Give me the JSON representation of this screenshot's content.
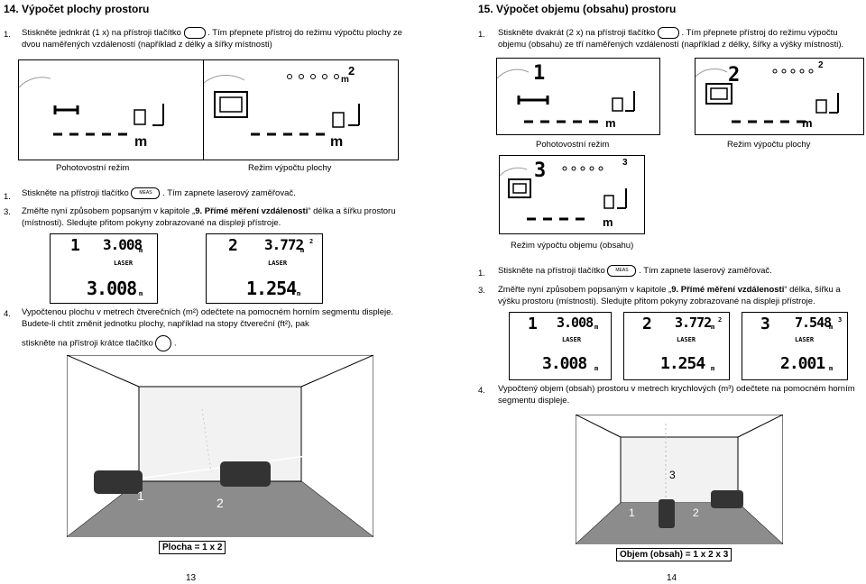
{
  "left": {
    "heading": "14. Výpočet plochy prostoru",
    "step1_num": "1.",
    "step1_a": "Stiskněte jednkrát (1 x) na přístroji tlačítko",
    "step1_b": ". Tím přepnete přístroj do režimu výpočtu plochy ze dvou naměřených vzdáleností (například z délky a šířky místnosti)",
    "caption_standby": "Pohotovostní režim",
    "caption_area": "Režim výpočtu plochy",
    "step2_num": "1.",
    "step2_a": "Stiskněte na přístroji tlačítko",
    "step2_key": "MEAS",
    "step2_b": ". Tím zapnete laserový zaměřovač.",
    "step3_num": "3.",
    "step3_a": "Změřte nyní způsobem popsaným v kapitole „",
    "step3_bold": "9. Přímé měření vzdálenosti",
    "step3_b": "“ délka a šířku prostoru (místnosti). Sledujte přitom pokyny zobrazované na displeji přístroje.",
    "lcd1": {
      "idx": "1",
      "val1": "3.008",
      "unit1": "m",
      "laser": "LASER",
      "val2": "3.008",
      "unit2": "m"
    },
    "lcd2": {
      "idx": "2",
      "val1": "3.772",
      "unit1": "m",
      "sup": "2",
      "laser": "LASER",
      "val2": "1.254",
      "unit2": "m"
    },
    "step4_num": "4.",
    "step4_text": "Vypočtenou plochu v metrech čtverečních (m²) odečtete na pomocném horním segmentu displeje. Budete-li chtít změnit jednotku plochy, například na stopy čtvereční (ft²), pak",
    "step4_b": "stiskněte na přístroji krátce tlačítko",
    "step4_c": ".",
    "room_marks": [
      "1",
      "2"
    ],
    "formula": "Plocha = 1 x 2",
    "page_number": "13",
    "panel_units": [
      "m",
      "m"
    ],
    "panel_sup": "2"
  },
  "right": {
    "heading": "15. Výpočet objemu (obsahu) prostoru",
    "step1_num": "1.",
    "step1_a": "Stiskněte dvakrát (2 x) na přístroji tlačítko",
    "step1_b": ". Tím přepnete přístroj do režimu výpočtu objemu (obsahu) ze tří naměřených vzdáleností (například z délky, šířky a výšky místnosti).",
    "caption_standby": "Pohotovostní režim",
    "caption_area": "Režim výpočtu plochy",
    "caption_volume": "Režim výpočtu objemu (obsahu)",
    "panel_idx": [
      "1",
      "2",
      "3"
    ],
    "step2_num": "1.",
    "step2_a": "Stiskněte na přístroji tlačítko",
    "step2_key": "MEAS",
    "step2_b": ". Tím zapnete laserový zaměřovač.",
    "step3_num": "3.",
    "step3_a": "Změřte nyní způsobem popsaným v kapitole „",
    "step3_bold": "9. Přímé měření vzdálenosti",
    "step3_b": "“ délka, šířku a výšku prostoru (místnosti). Sledujte přitom pokyny zobrazované na displeji přístroje.",
    "lcd1": {
      "idx": "1",
      "val1": "3.008",
      "unit1": "m",
      "laser": "LASER",
      "val2": "3.008",
      "unit2": "m"
    },
    "lcd2": {
      "idx": "2",
      "val1": "3.772",
      "unit1": "m",
      "sup": "2",
      "laser": "LASER",
      "val2": "1.254",
      "unit2": "m"
    },
    "lcd3": {
      "idx": "3",
      "val1": "7.548",
      "unit1": "m",
      "sup": "3",
      "laser": "LASER",
      "val2": "2.001",
      "unit2": "m"
    },
    "step4_num": "4.",
    "step4_text": "Vypočtený objem (obsah) prostoru v metrech krychlových (m³) odečtete na pomocném horním segmentu displeje.",
    "room_marks": [
      "1",
      "2",
      "3"
    ],
    "formula": "Objem (obsah) = 1 x 2 x 3",
    "page_number": "14",
    "panel_units": [
      "m",
      "m",
      "m"
    ],
    "panel_sup_2": "2",
    "panel_sup_3": "3"
  }
}
